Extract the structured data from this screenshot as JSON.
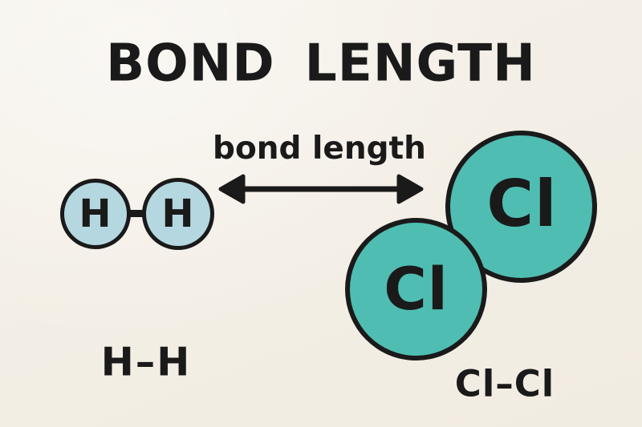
{
  "title": "BOND LENGTH",
  "arrow": {
    "label": "bond length"
  },
  "molecules": {
    "h2": {
      "atoms": [
        "H",
        "H"
      ],
      "formula": "H–H"
    },
    "cl2": {
      "atoms": [
        "Cl",
        "Cl"
      ],
      "formula": "Cl–Cl"
    }
  },
  "colors": {
    "background": "#f3eee5",
    "ink": "#1a1a1a",
    "hydrogen_fill": "#b5d7e0",
    "chlorine_fill": "#4fbdb2"
  }
}
